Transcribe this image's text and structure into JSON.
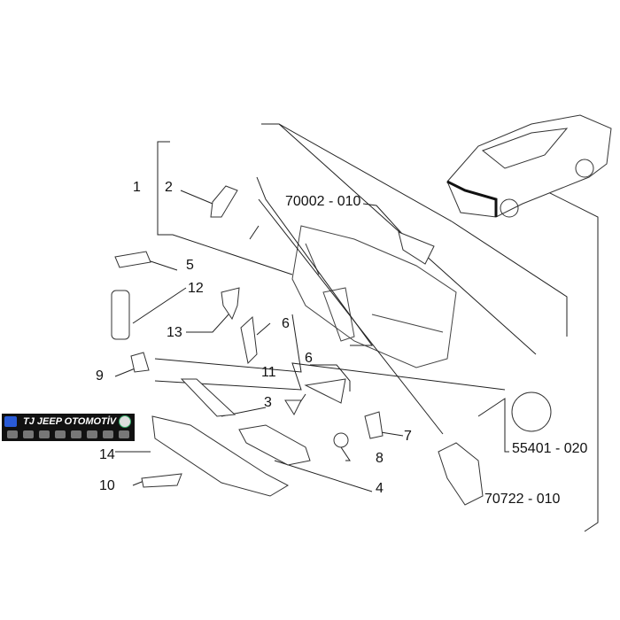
{
  "callouts": [
    {
      "id": "c1",
      "text": "1"
    },
    {
      "id": "c2",
      "text": "2"
    },
    {
      "id": "c70002",
      "text": "70002 - 010"
    },
    {
      "id": "c5",
      "text": "5"
    },
    {
      "id": "c12",
      "text": "12"
    },
    {
      "id": "c13",
      "text": "13"
    },
    {
      "id": "c6a",
      "text": "6"
    },
    {
      "id": "c9",
      "text": "9"
    },
    {
      "id": "c11",
      "text": "11"
    },
    {
      "id": "c6b",
      "text": "6"
    },
    {
      "id": "c3",
      "text": "3"
    },
    {
      "id": "c7",
      "text": "7"
    },
    {
      "id": "c8",
      "text": "8"
    },
    {
      "id": "c14",
      "text": "14"
    },
    {
      "id": "c10",
      "text": "10"
    },
    {
      "id": "c4",
      "text": "4"
    },
    {
      "id": "c55401",
      "text": "55401 - 020"
    },
    {
      "id": "c70722",
      "text": "70722 - 010"
    }
  ],
  "watermark": {
    "text": "JEEP OTOMOTİV",
    "prefix": "TJ"
  }
}
